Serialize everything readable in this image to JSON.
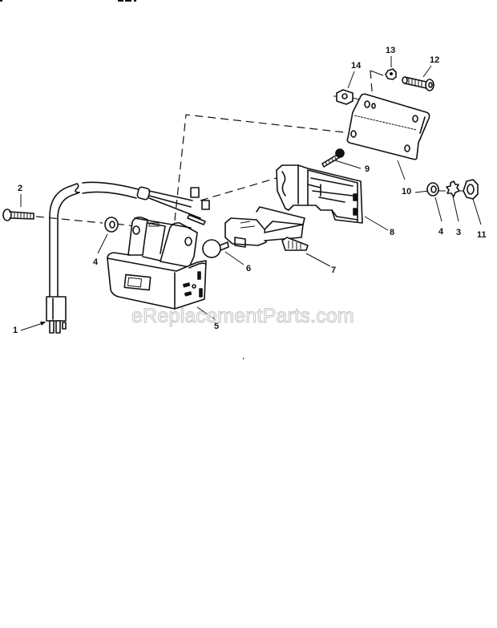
{
  "diagram": {
    "type": "exploded-parts-diagram",
    "watermark": "eReplacementParts.com",
    "colors": {
      "ink": "#111111",
      "background": "#ffffff",
      "watermark_stroke": "#c8c8c8"
    },
    "callouts": [
      {
        "id": "1",
        "label": "1",
        "part": "power cord with plug"
      },
      {
        "id": "2",
        "label": "2",
        "part": "screw"
      },
      {
        "id": "4a",
        "label": "4",
        "part": "washer"
      },
      {
        "id": "5",
        "label": "5",
        "part": "switch housing"
      },
      {
        "id": "6",
        "label": "6",
        "part": "knob"
      },
      {
        "id": "7",
        "label": "7",
        "part": "switch"
      },
      {
        "id": "8",
        "label": "8",
        "part": "switch bracket"
      },
      {
        "id": "9",
        "label": "9",
        "part": "screw"
      },
      {
        "id": "10",
        "label": "10",
        "part": "mounting plate"
      },
      {
        "id": "4b",
        "label": "4",
        "part": "washer"
      },
      {
        "id": "3",
        "label": "3",
        "part": "lock washer"
      },
      {
        "id": "11",
        "label": "11",
        "part": "nut"
      },
      {
        "id": "12",
        "label": "12",
        "part": "screw"
      },
      {
        "id": "13",
        "label": "13",
        "part": "lock washer"
      },
      {
        "id": "14",
        "label": "14",
        "part": "nut"
      }
    ]
  }
}
